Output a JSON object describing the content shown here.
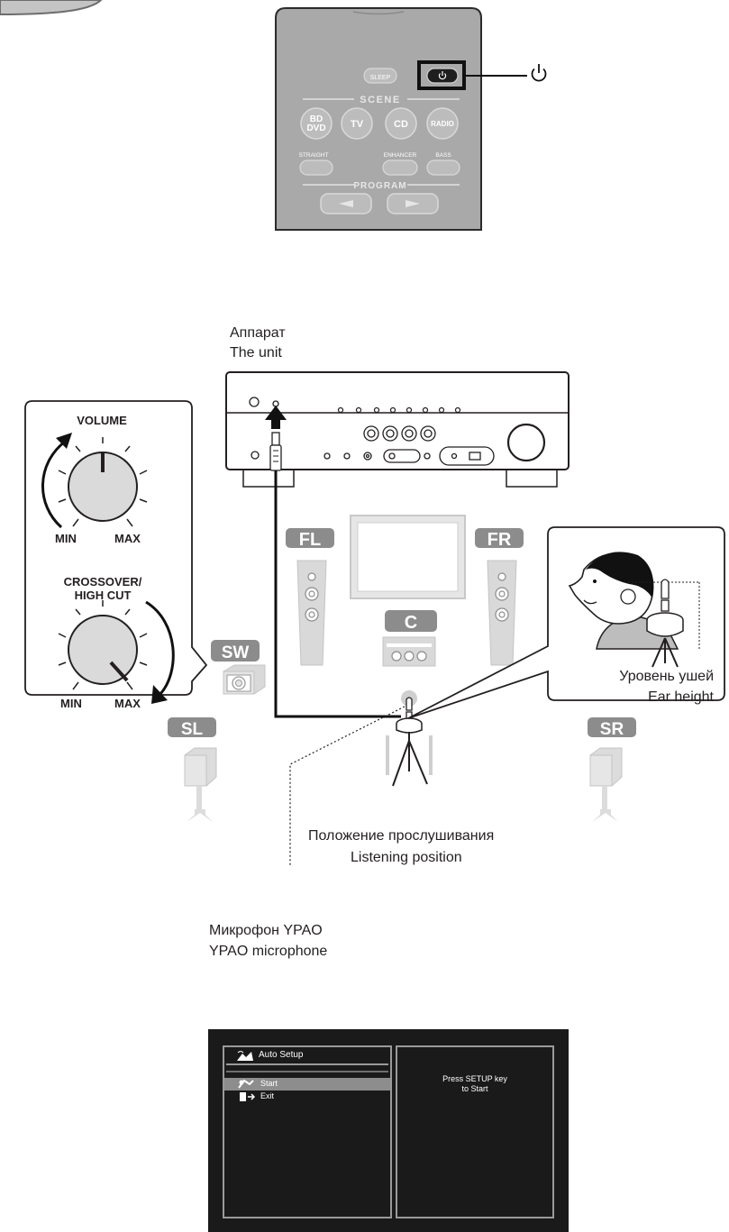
{
  "remote": {
    "buttons": {
      "sleep": "SLEEP",
      "scene_title": "SCENE",
      "bd_dvd_line1": "BD",
      "bd_dvd_line2": "DVD",
      "tv": "TV",
      "cd": "CD",
      "radio": "RADIO",
      "straight": "STRAIGHT",
      "enhancer": "ENHANCER",
      "bass": "BASS",
      "program_title": "PROGRAM"
    },
    "power_callout": "power-icon"
  },
  "diagram": {
    "unit_label_ru": "Аппарат",
    "unit_label_en": "The unit",
    "subwoofer_panel": {
      "volume_title": "VOLUME",
      "volume_min": "MIN",
      "volume_max": "MAX",
      "crossover_title_line1": "CROSSOVER/",
      "crossover_title_line2": "HIGH CUT",
      "crossover_min": "MIN",
      "crossover_max": "MAX"
    },
    "speaker_tags": {
      "fl": "FL",
      "fr": "FR",
      "c": "C",
      "sw": "SW",
      "sl": "SL",
      "sr": "SR"
    },
    "ear_height_ru": "Уровень ушей",
    "ear_height_en": "Ear height",
    "listening_position_ru": "Положение прослушивания",
    "listening_position_en": "Listening position",
    "microphone_ru": "Микрофон YPAO",
    "microphone_en": "YPAO microphone"
  },
  "osd": {
    "title": "Auto Setup",
    "menu_items": [
      {
        "label": "Start",
        "selected": true
      },
      {
        "label": "Exit",
        "selected": false
      }
    ],
    "message_line1": "Press SETUP key",
    "message_line2": "to Start"
  },
  "colors": {
    "tag_fill": "#8c8c8c",
    "speaker_fill": "#d9d9d9",
    "remote_fill": "#a9a9a9",
    "osd_bg": "#1a1a1a"
  }
}
